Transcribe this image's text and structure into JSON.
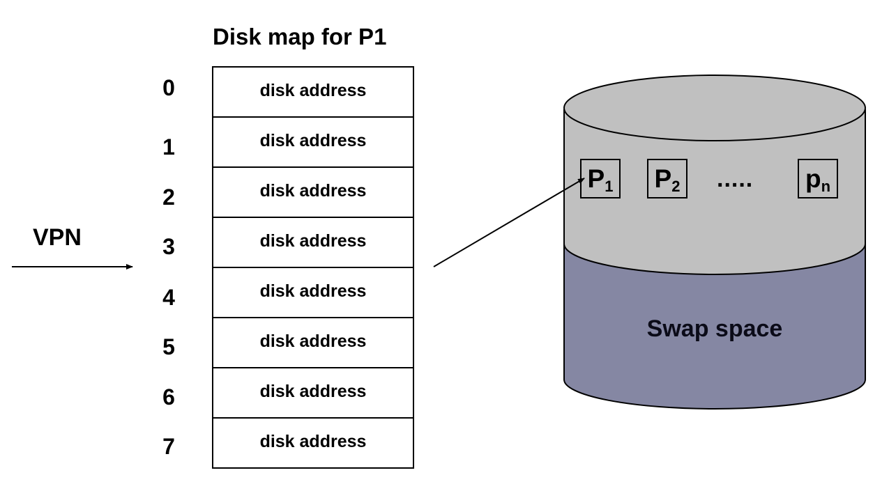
{
  "diagram": {
    "title": "Disk map for P1",
    "vpn_label": "VPN",
    "disk_map": {
      "rows": [
        {
          "index": "0",
          "value": "disk address"
        },
        {
          "index": "1",
          "value": "disk address"
        },
        {
          "index": "2",
          "value": "disk address"
        },
        {
          "index": "3",
          "value": "disk address"
        },
        {
          "index": "4",
          "value": "disk address"
        },
        {
          "index": "5",
          "value": "disk address"
        },
        {
          "index": "6",
          "value": "disk address"
        },
        {
          "index": "7",
          "value": "disk address"
        }
      ]
    },
    "disk": {
      "pages": [
        {
          "base": "P",
          "sub": "1"
        },
        {
          "base": "P",
          "sub": "2"
        },
        {
          "base": "p",
          "sub": "n"
        }
      ],
      "ellipsis": ".....",
      "swap_label": "Swap space",
      "colors": {
        "top_section": "#c0c0c0",
        "swap_section": "#8587a3",
        "outline": "#000000"
      }
    },
    "arrow_target": "P1 page in swap space"
  }
}
